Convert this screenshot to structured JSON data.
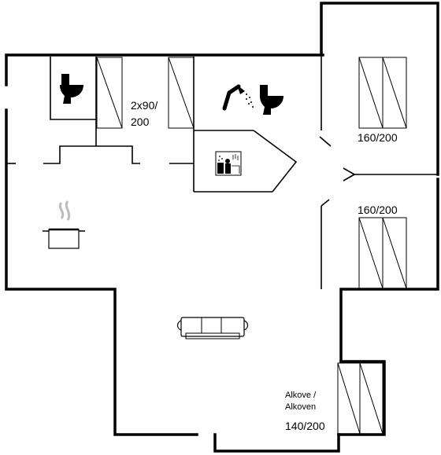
{
  "floorplan": {
    "labels": {
      "bed_2x90_line1": "2x90/",
      "bed_2x90_line2": "200",
      "bed_top_right": "160/200",
      "bed_mid_right": "160/200",
      "alcove_line1": "Alkove /",
      "alcove_line2": "Alkoven",
      "alcove_size": "140/200"
    },
    "icons": [
      "toilet-icon",
      "shower-icon",
      "sauna-icon",
      "cooking-pot-icon",
      "sofa-icon"
    ],
    "colors": {
      "line": "#000000",
      "background": "#ffffff"
    }
  }
}
